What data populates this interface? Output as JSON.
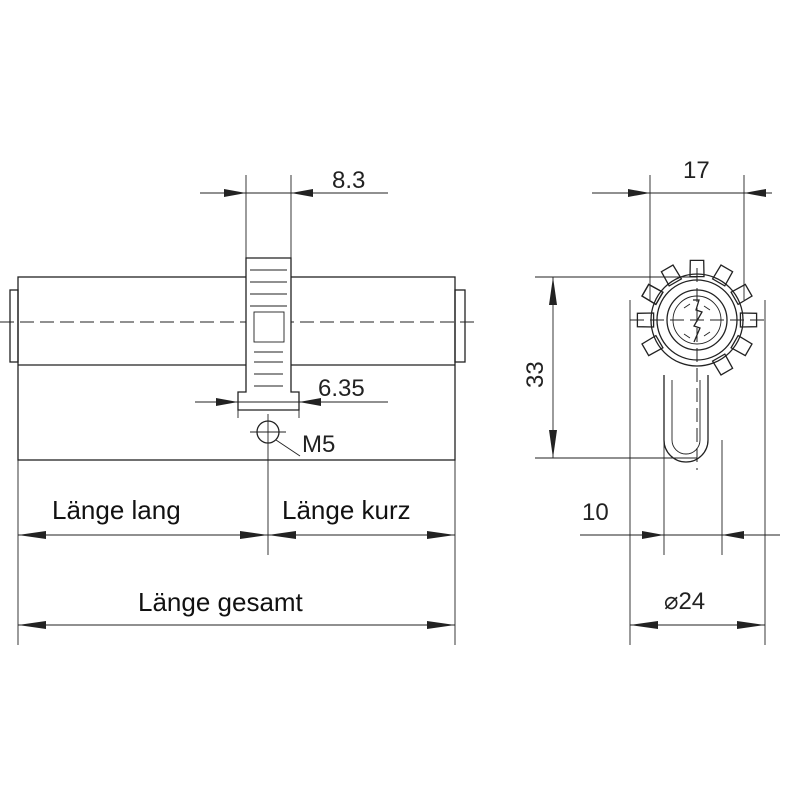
{
  "labels": {
    "length_long": "Länge lang",
    "length_short": "Länge kurz",
    "length_total": "Länge gesamt"
  },
  "dimensions": {
    "cam_width": "8.3",
    "cam_base": "6.35",
    "screw": "M5",
    "height": "33",
    "front_width": "17",
    "profile_width": "10",
    "diameter": "⌀24"
  }
}
